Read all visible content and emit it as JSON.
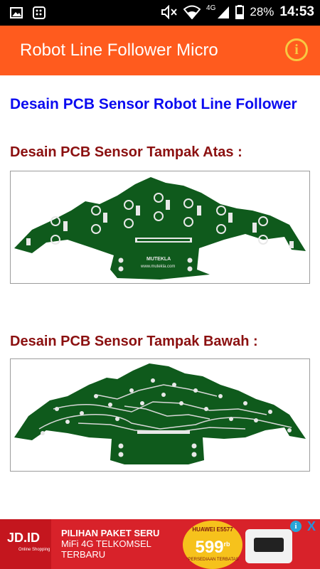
{
  "status_bar": {
    "network": "4G",
    "battery": "28%",
    "time": "14:53",
    "icons": [
      "image-icon",
      "bbm-icon",
      "volume-mute-icon",
      "wifi-icon",
      "signal-icon",
      "battery-icon"
    ]
  },
  "app_bar": {
    "title": "Robot Line Follower Micro",
    "info_icon": "info-icon",
    "colors": {
      "background": "#ff5b1e",
      "info": "#f7c842"
    }
  },
  "content": {
    "main_heading": "Desain PCB Sensor Robot Line Follower",
    "sections": [
      {
        "heading": "Desain PCB Sensor Tampak Atas :",
        "image": "pcb-top-view"
      },
      {
        "heading": "Desain PCB Sensor Tampak Bawah :",
        "image": "pcb-bottom-view"
      }
    ],
    "pcb_top_labels": {
      "brand": "MUTEKLA",
      "url": "www.mutekla.com"
    },
    "colors": {
      "main_heading": "#0b0bf0",
      "section_heading": "#8b1010",
      "pcb": "#0f5a1c"
    }
  },
  "ad": {
    "logo": "JD.ID",
    "logo_sub": "Online Shopping",
    "line1": "PILIHAN PAKET SERU",
    "line2": "MiFi 4G TELKOMSEL",
    "line3": "TERBARU",
    "badge_top": "HUAWEI E5577",
    "price": "599",
    "price_unit": "rb",
    "badge_bottom": "*PERSEDIAAN TERBATAS",
    "info": "i",
    "close": "X"
  }
}
